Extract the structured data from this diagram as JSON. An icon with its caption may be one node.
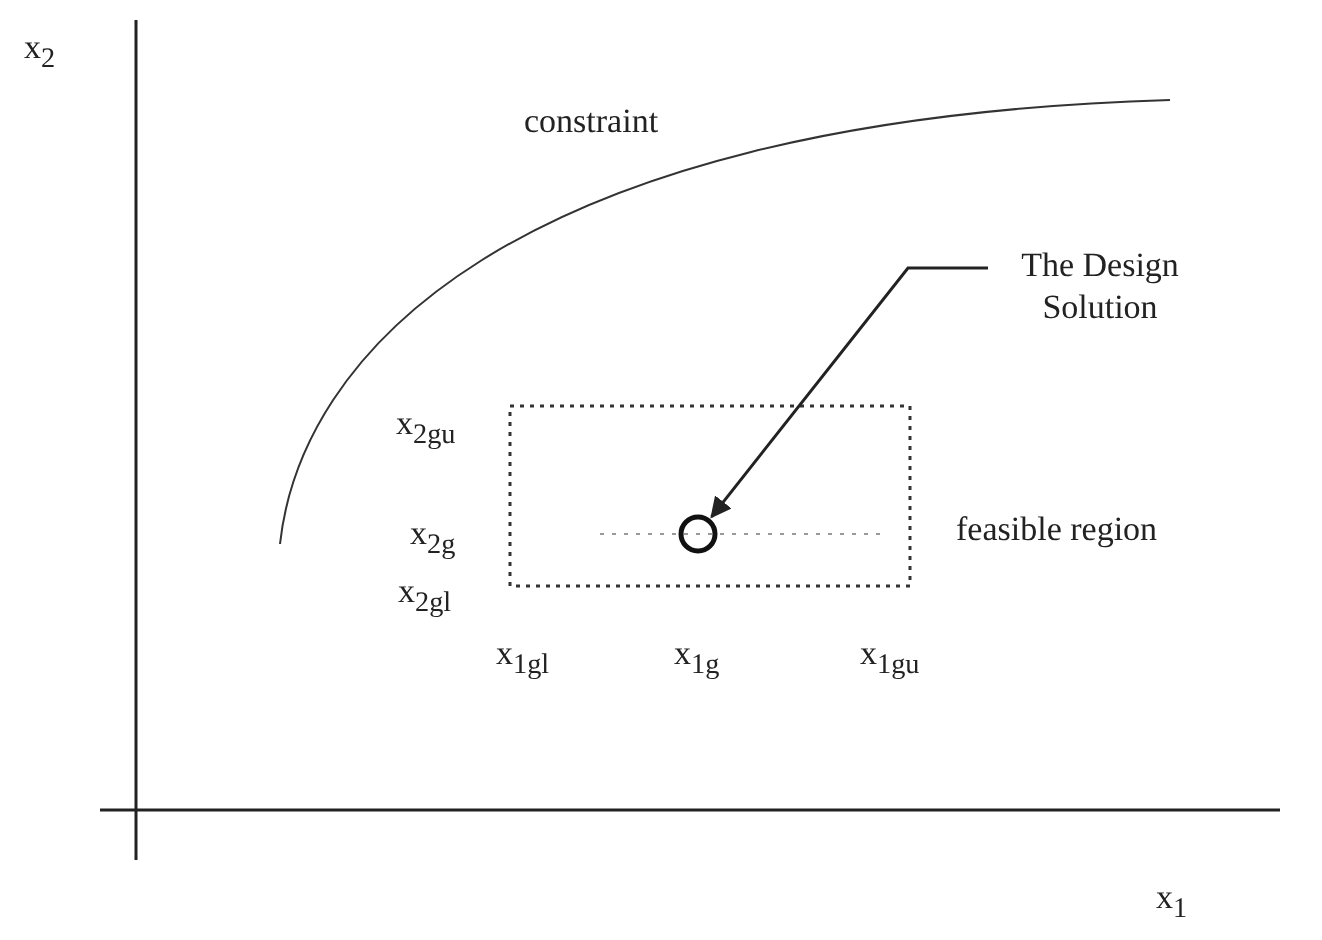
{
  "diagram": {
    "nodes": [
      {
        "text": [
          "The Design Solution"
        ]
      },
      {
        "text": [],
        "shape": "circle"
      }
    ],
    "edges": [
      {
        "from": 0,
        "to": 1,
        "arrow": "to"
      }
    ],
    "labels": [
      "x$_{2}$",
      "constraint",
      "x$_{2gu}$",
      "x$_{2g}$",
      "feasible region",
      "x$_{2gl}$",
      "x$_{1gl}$",
      "x$_{1g}$",
      "x$_{1gu}$",
      "x$_{1}$"
    ]
  }
}
